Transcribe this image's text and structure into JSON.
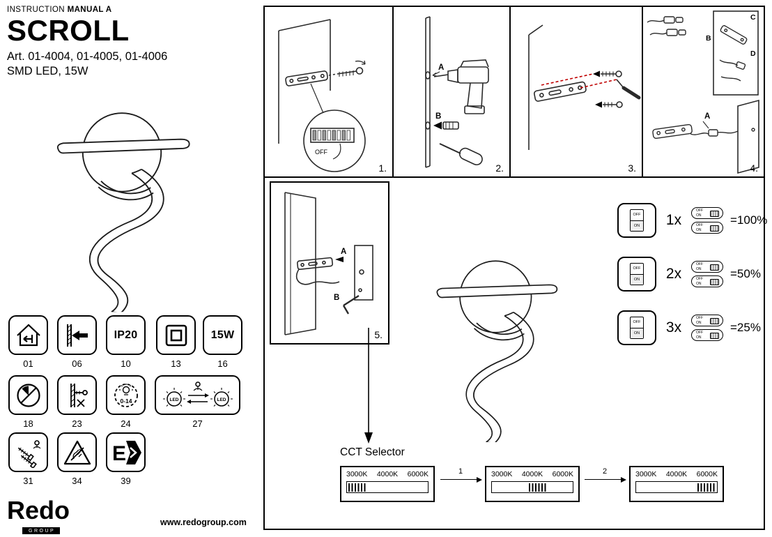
{
  "header": {
    "manual_prefix": "INSTRUCTION",
    "manual_bold": "MANUAL A",
    "title": "SCROLL",
    "article": "Art. 01-4004, 01-4005, 01-4006",
    "spec": "SMD LED, 15W"
  },
  "symbols": {
    "indoor": {
      "num": "01"
    },
    "wallmount": {
      "num": "06"
    },
    "ip": {
      "num": "10",
      "label": "IP20"
    },
    "class2": {
      "num": "13"
    },
    "wattage": {
      "num": "16",
      "label": "15W"
    },
    "nodim": {
      "num": "18"
    },
    "mounting": {
      "num": "23"
    },
    "distance": {
      "num": "24",
      "label": "0-14"
    },
    "ledswap": {
      "num": "27",
      "led": "LED"
    },
    "screws": {
      "num": "31"
    },
    "notouch": {
      "num": "34"
    },
    "elabel": {
      "num": "39",
      "label": "E"
    }
  },
  "steps": {
    "s1": {
      "num": "1.",
      "off": "OFF"
    },
    "s2": {
      "num": "2.",
      "a": "A",
      "b": "B"
    },
    "s3": {
      "num": "3."
    },
    "s4": {
      "num": "4.",
      "a": "A",
      "b": "B",
      "c": "C",
      "d": "D"
    },
    "s5": {
      "num": "5.",
      "a": "A",
      "b": "B"
    }
  },
  "dimming": {
    "off": "OFF",
    "on": "ON",
    "rows": [
      {
        "presses": "1x",
        "result": "=100%"
      },
      {
        "presses": "2x",
        "result": "=50%"
      },
      {
        "presses": "3x",
        "result": "=25%"
      }
    ]
  },
  "cct": {
    "title": "CCT Selector",
    "boxes": [
      {
        "t1": "3000K",
        "t2": "4000K",
        "t3": "6000K",
        "position": "left"
      },
      {
        "t1": "3000K",
        "t2": "4000K",
        "t3": "6000K",
        "position": "center"
      },
      {
        "t1": "3000K",
        "t2": "4000K",
        "t3": "6000K",
        "position": "right"
      }
    ],
    "arrows": [
      {
        "label": "1"
      },
      {
        "label": "2"
      }
    ]
  },
  "footer": {
    "logo": "Redo",
    "logo_sub": "GROUP",
    "website": "www.redogroup.com"
  },
  "colors": {
    "guide": "#c00000"
  }
}
